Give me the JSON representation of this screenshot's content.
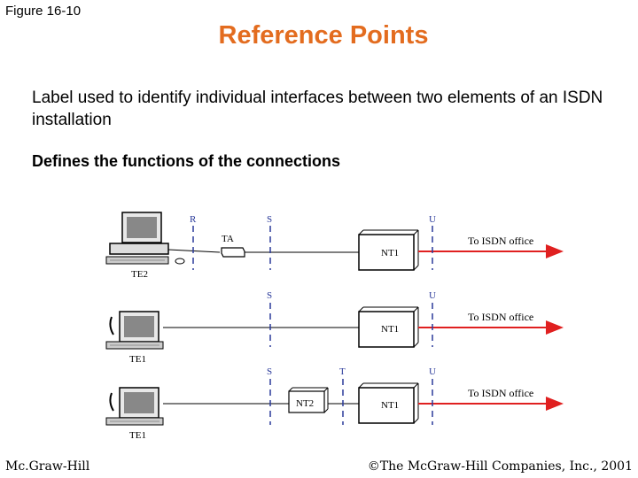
{
  "figure_label": "Figure 16-10",
  "title": "Reference Points",
  "body": {
    "para1": "Label used to identify individual interfaces between two elements of an ISDN installation",
    "para2": "Defines the functions of the connections"
  },
  "diagram": {
    "rows": [
      {
        "terminal": "TE2",
        "adapter": "TA",
        "refs": [
          "R",
          "S",
          "U"
        ],
        "nt": "NT1",
        "dest": "To ISDN office"
      },
      {
        "terminal": "TE1",
        "refs": [
          "S",
          "U"
        ],
        "nt": "NT1",
        "dest": "To ISDN office"
      },
      {
        "terminal": "TE1",
        "nt2": "NT2",
        "refs": [
          "S",
          "T",
          "U"
        ],
        "nt": "NT1",
        "dest": "To ISDN office"
      }
    ],
    "colors": {
      "arrow": "#e02020",
      "ref_line": "#2a3a9a",
      "ref_text": "#2a3a9a",
      "title": "#e36c1f"
    }
  },
  "footer": {
    "left": "Mc.Graw-Hill",
    "right": "©The McGraw-Hill Companies, Inc., 2001"
  }
}
